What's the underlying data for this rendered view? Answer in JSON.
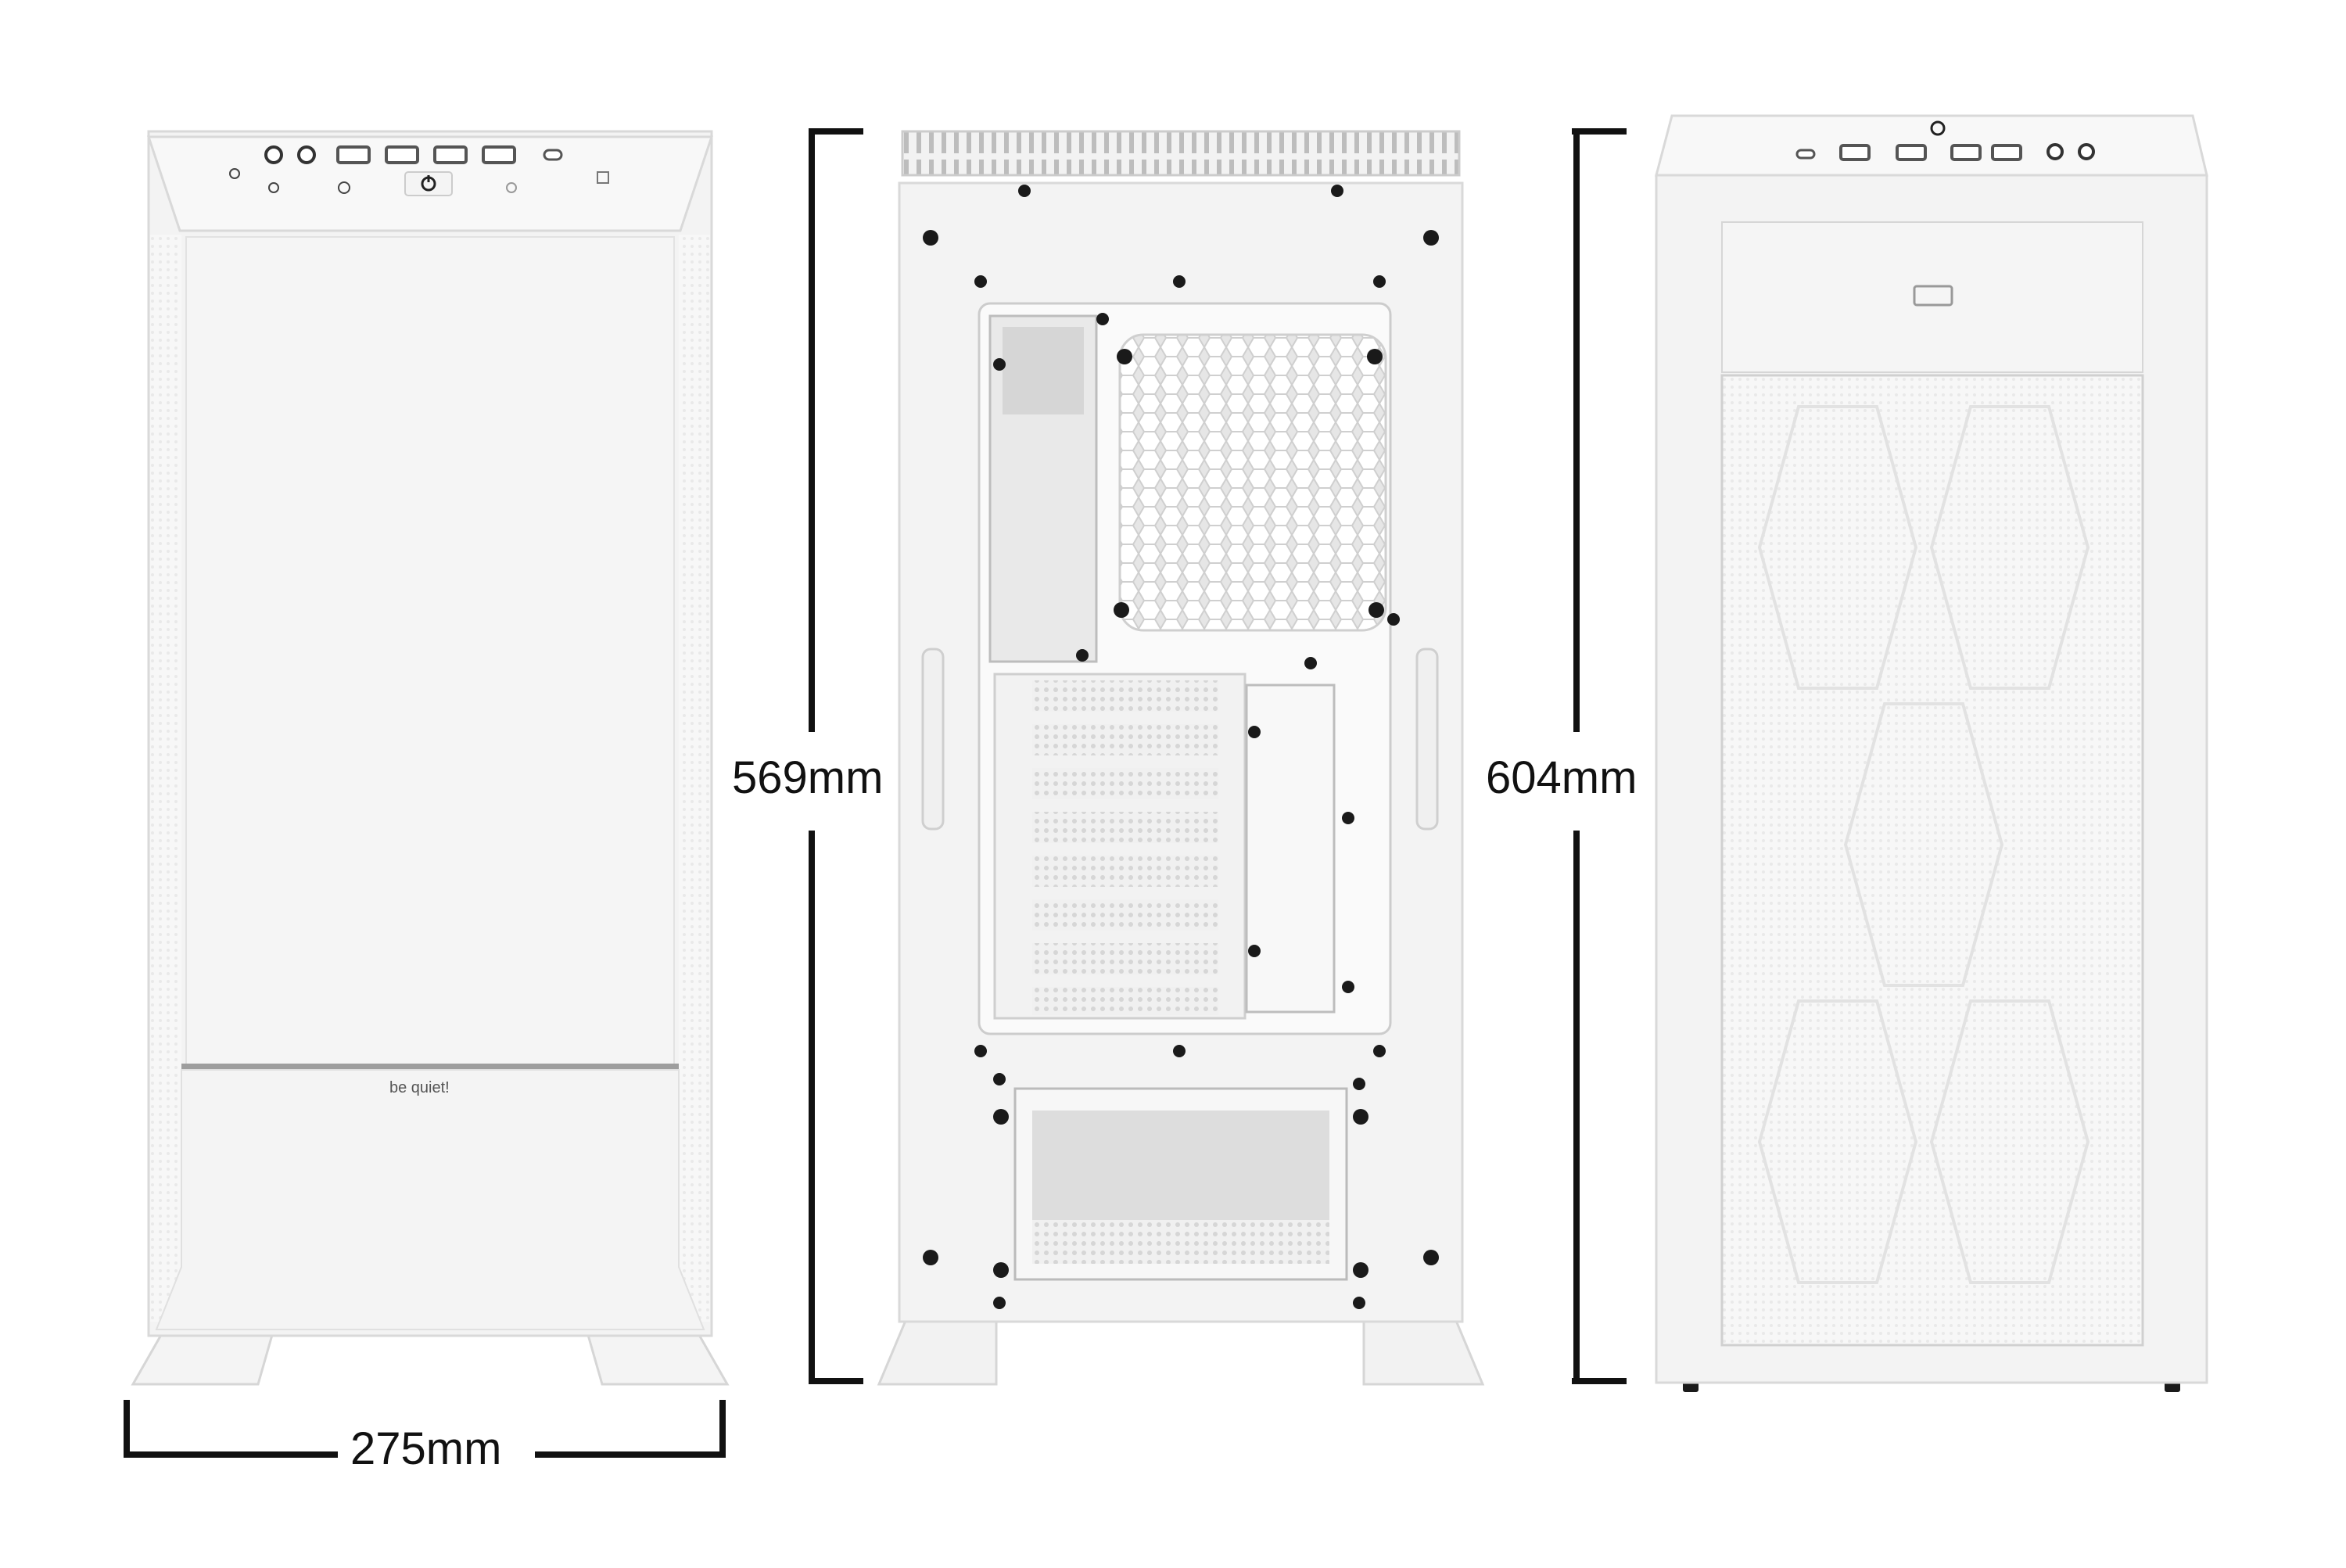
{
  "views": {
    "front": {
      "brand_text": "be quiet!"
    },
    "side": {},
    "front_mesh": {}
  },
  "dimensions": {
    "width_label": "275mm",
    "side_height_label": "569mm",
    "total_height_label": "604mm"
  },
  "colors": {
    "background": "#ffffff",
    "case_body": "#f3f3f3",
    "case_edge": "#d9d9d9",
    "dimension_line": "#111111",
    "screw": "#1a1a1a"
  }
}
